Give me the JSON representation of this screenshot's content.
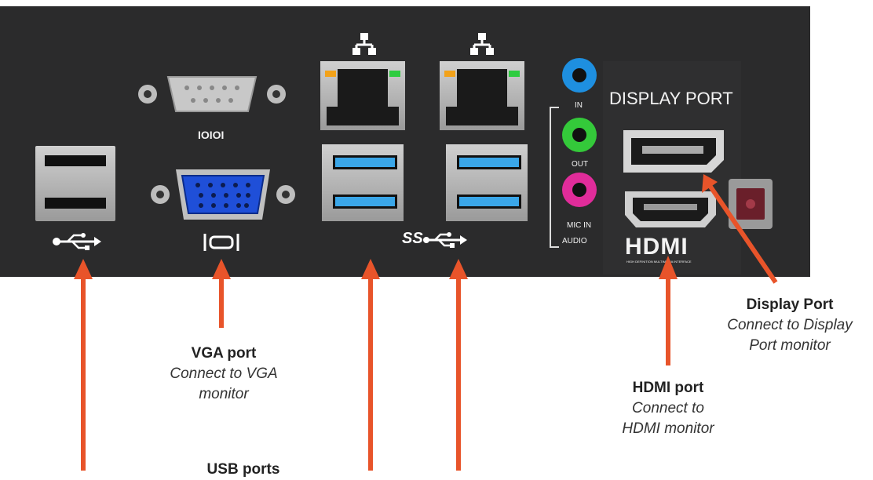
{
  "panel_labels": {
    "serial": "IOIOI",
    "display_port": "DISPLAY PORT",
    "audio_in": "IN",
    "audio_out": "OUT",
    "mic_in": "MIC IN",
    "audio": "AUDIO",
    "hdmi_logo": "HDMI",
    "hdmi_small": "HIGH DEFINITION MULTIMEDIA INTERFACE",
    "ss_logo": "SS"
  },
  "callouts": {
    "vga": {
      "title": "VGA port",
      "line1": "Connect to VGA",
      "line2": "monitor"
    },
    "usb": {
      "title": "USB ports"
    },
    "hdmi": {
      "title": "HDMI port",
      "line1": "Connect to",
      "line2": "HDMI monitor"
    },
    "display_port": {
      "title": "Display Port",
      "line1": "Connect to Display",
      "line2": "Port monitor"
    }
  },
  "colors": {
    "arrow": "#e8542a",
    "panel": "#2b2b2c",
    "audio_in": "#1e8fe0",
    "audio_out": "#34c93a",
    "mic_in": "#e02c9a",
    "usb3": "#3aa6e8",
    "led_orange": "#f2a21a",
    "led_green": "#2ecc40"
  },
  "icons": [
    "usb-icon",
    "vga-icon",
    "superspeed-usb-icon",
    "network-icon"
  ]
}
